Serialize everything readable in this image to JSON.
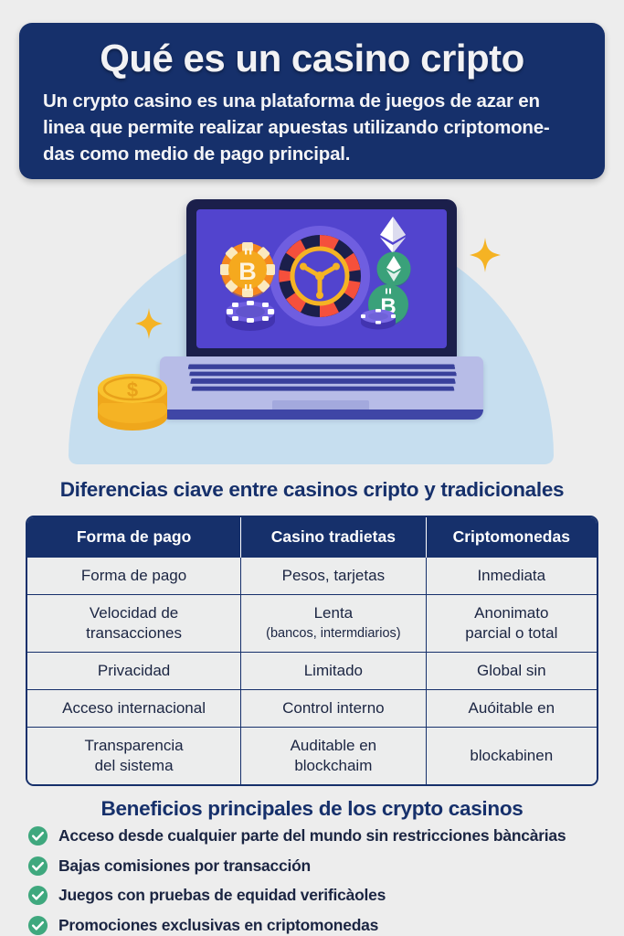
{
  "hero": {
    "title": "Qué es un casino cripto",
    "subtitle": "Un crypto casino es una plataforma de juegos de azar en linea que permite realizar apuestas utilizando criptomone-das como medio de pago principal."
  },
  "illustration": {
    "laptop_name": "laptop-illustration",
    "screen_items": [
      "roulette-wheel",
      "bitcoin-poker-chip",
      "ethereum-coin",
      "bitcoin-coin",
      "ethereum-gem",
      "poker-chip",
      "poker-chip"
    ],
    "decorations": [
      "sparkle-star",
      "sparkle-star",
      "gold-coin-stack"
    ],
    "colors": {
      "screen": "#5244ce",
      "lid": "#1b1f4b",
      "base": "#b7bce7",
      "arch": "#c6deef",
      "roulette_red": "#f5503c",
      "roulette_dark": "#1b1f4b",
      "gold": "#f5b324",
      "green": "#3aa17a",
      "orange": "#f59b1e"
    }
  },
  "table_section": {
    "title": "Diferencias ciave entre casinos cripto y tradicionales",
    "headers": [
      "Forma de pago",
      "Casino tradietas",
      "Criptomonedas"
    ],
    "rows": [
      {
        "c1": "Forma de pago",
        "c2": "Pesos, tarjetas",
        "c2b": "",
        "c3": "Inmediata",
        "c1b": "",
        "c3b": ""
      },
      {
        "c1": "Velocidad de",
        "c1b": "transacciones",
        "c2": "Lenta",
        "c2b": "(bancos, intermdiarios)",
        "c3": "Anonimato",
        "c3b": "parcial o total"
      },
      {
        "c1": "Privacidad",
        "c1b": "",
        "c2": "Limitado",
        "c2b": "",
        "c3": "Global sin",
        "c3b": ""
      },
      {
        "c1": "Acceso internacional",
        "c1b": "",
        "c2": "Control interno",
        "c2b": "",
        "c3": "Auóitable en",
        "c3b": ""
      },
      {
        "c1": "Transparencia",
        "c1b": "del sistema",
        "c2": "Auditable en",
        "c2b": "blockchaim",
        "c3": "blockabinen",
        "c3b": ""
      }
    ]
  },
  "benefits_section": {
    "title": "Beneficios principales de los crypto casinos",
    "items": [
      "Acceso desde cualquier parte del mundo sin restricciones bàncàrias",
      "Bajas comisiones por transacción",
      "Juegos con pruebas de equidad verificàoles",
      "Promociones exclusivas en criptomonedas"
    ],
    "check_color": "#3fa87e"
  }
}
